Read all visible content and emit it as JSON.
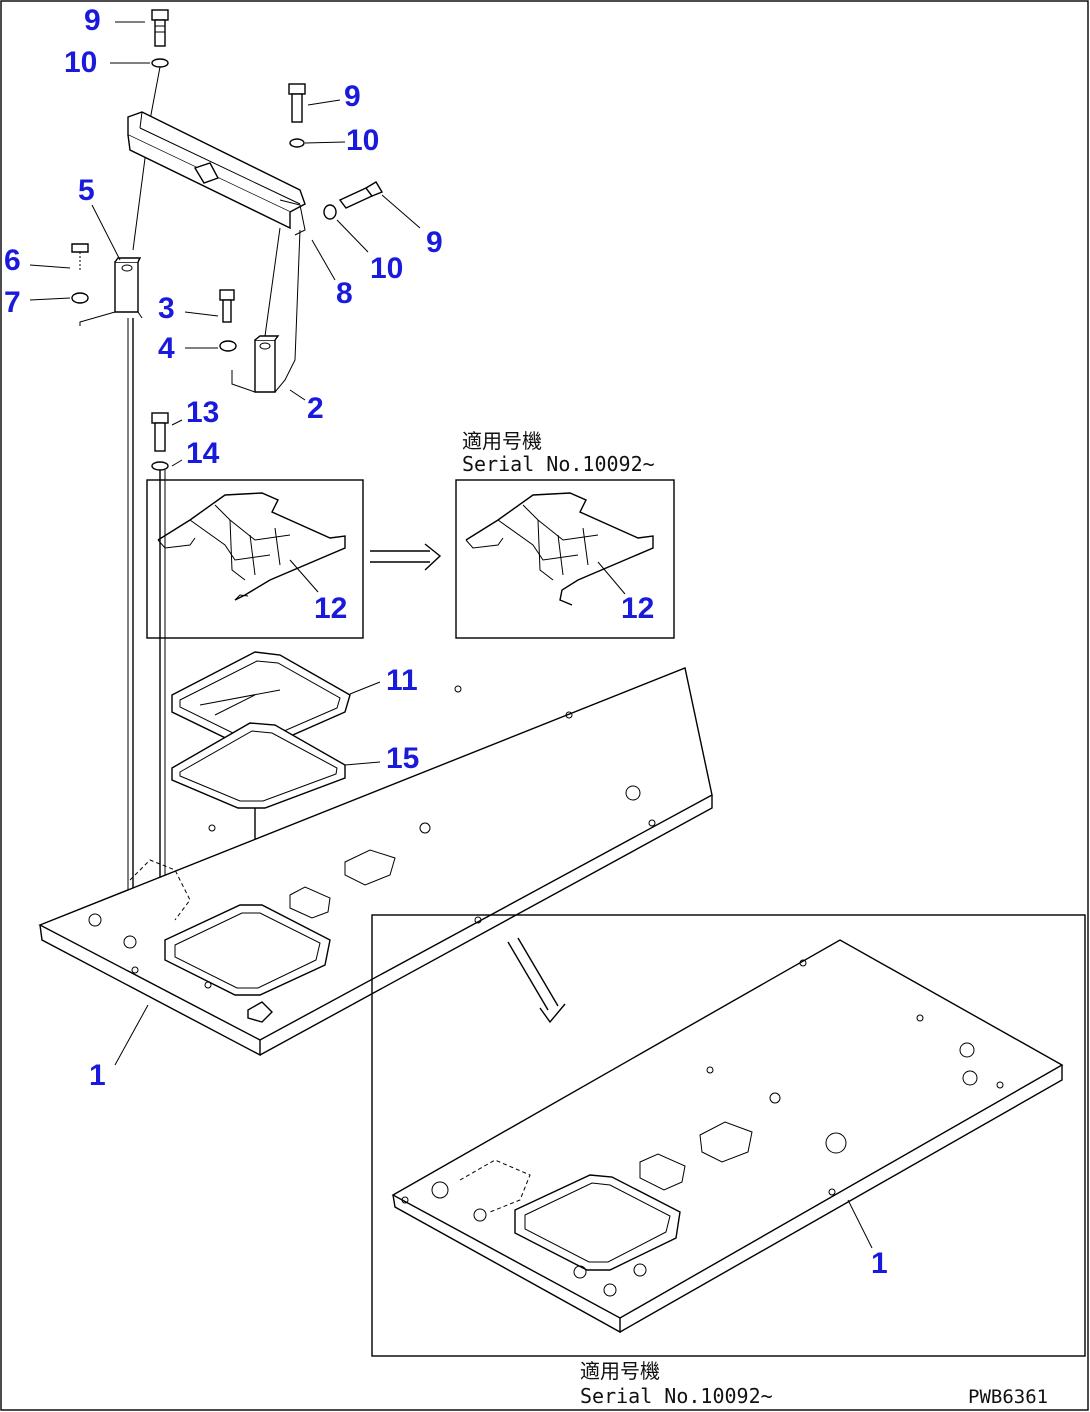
{
  "drawing_code": "PWB6361",
  "callouts": [
    "9",
    "10",
    "9",
    "10",
    "9",
    "10",
    "8",
    "5",
    "6",
    "7",
    "3",
    "4",
    "2",
    "13",
    "14",
    "12",
    "12",
    "11",
    "15",
    "1",
    "1"
  ],
  "notes": {
    "upper_jp": "適用号機",
    "upper_en": "Serial No.10092~",
    "lower_jp": "適用号機",
    "lower_en": "Serial No.10092~"
  },
  "colors": {
    "callout": "#1a1adc",
    "line": "#000000"
  }
}
